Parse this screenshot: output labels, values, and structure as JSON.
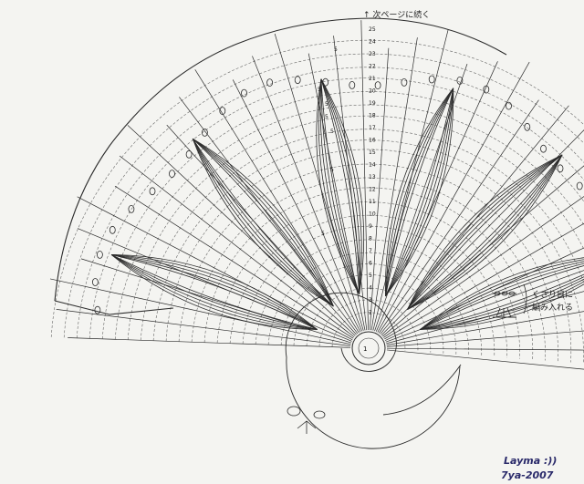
{
  "diagram": {
    "top_note": "↑ 次ページに続く",
    "row_numbers_main": [
      "25",
      "24",
      "23",
      "22",
      "21",
      "20",
      "19",
      "18",
      "17",
      "16",
      "15",
      "14",
      "13",
      "12",
      "11",
      "10",
      "9",
      "8",
      "7",
      "6",
      "5",
      "4",
      "3",
      "2"
    ],
    "center_label": "1",
    "repeat_marks": [
      "5",
      "5",
      "5",
      "5",
      "5",
      "5",
      "5"
    ],
    "legend": {
      "line1": "くさり目に",
      "line2": "編み入れる"
    },
    "colors": {
      "line": "#2b2b2b",
      "paper": "#f4f4f1",
      "accent": "#2a2a6a"
    }
  },
  "watermark": {
    "line1": "Layma :))",
    "line2": "7ya-2007"
  }
}
